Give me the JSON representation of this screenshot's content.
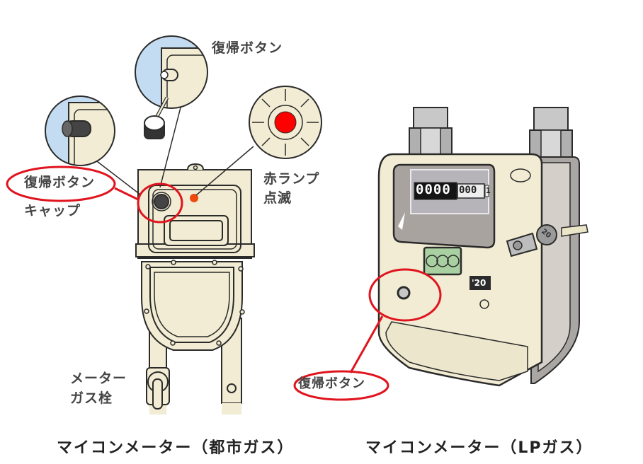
{
  "colors": {
    "body": "#f1ecd3",
    "outline": "#2b2b2b",
    "highlight_red": "#e0141e",
    "lamp_red": "#ff0000",
    "lamp_orange": "#ee4a10",
    "zoom_bg_blue": "#c4dcf2",
    "counter_gray": "#9c9a9e",
    "display_green": "#a8d0a0",
    "fitting_gray": "#b8b8b8"
  },
  "city_gas_meter": {
    "caption": "マイコンメーター（都市ガス）",
    "labels": {
      "reset_button_top": "復帰ボタン",
      "reset_cap_line1": "復帰ボタン",
      "reset_cap_line2": "キャップ",
      "red_lamp_line1": "赤ランプ",
      "red_lamp_line2": "点滅",
      "valve_line1": "メーター",
      "valve_line2": "ガス栓"
    }
  },
  "lp_gas_meter": {
    "caption": "マイコンメーター（LPガス）",
    "reset_button_label": "復帰ボタン",
    "counter_main": "0000",
    "counter_sub": "000",
    "counter_last": "1",
    "year_plate": "'20",
    "seal_text": "20"
  }
}
